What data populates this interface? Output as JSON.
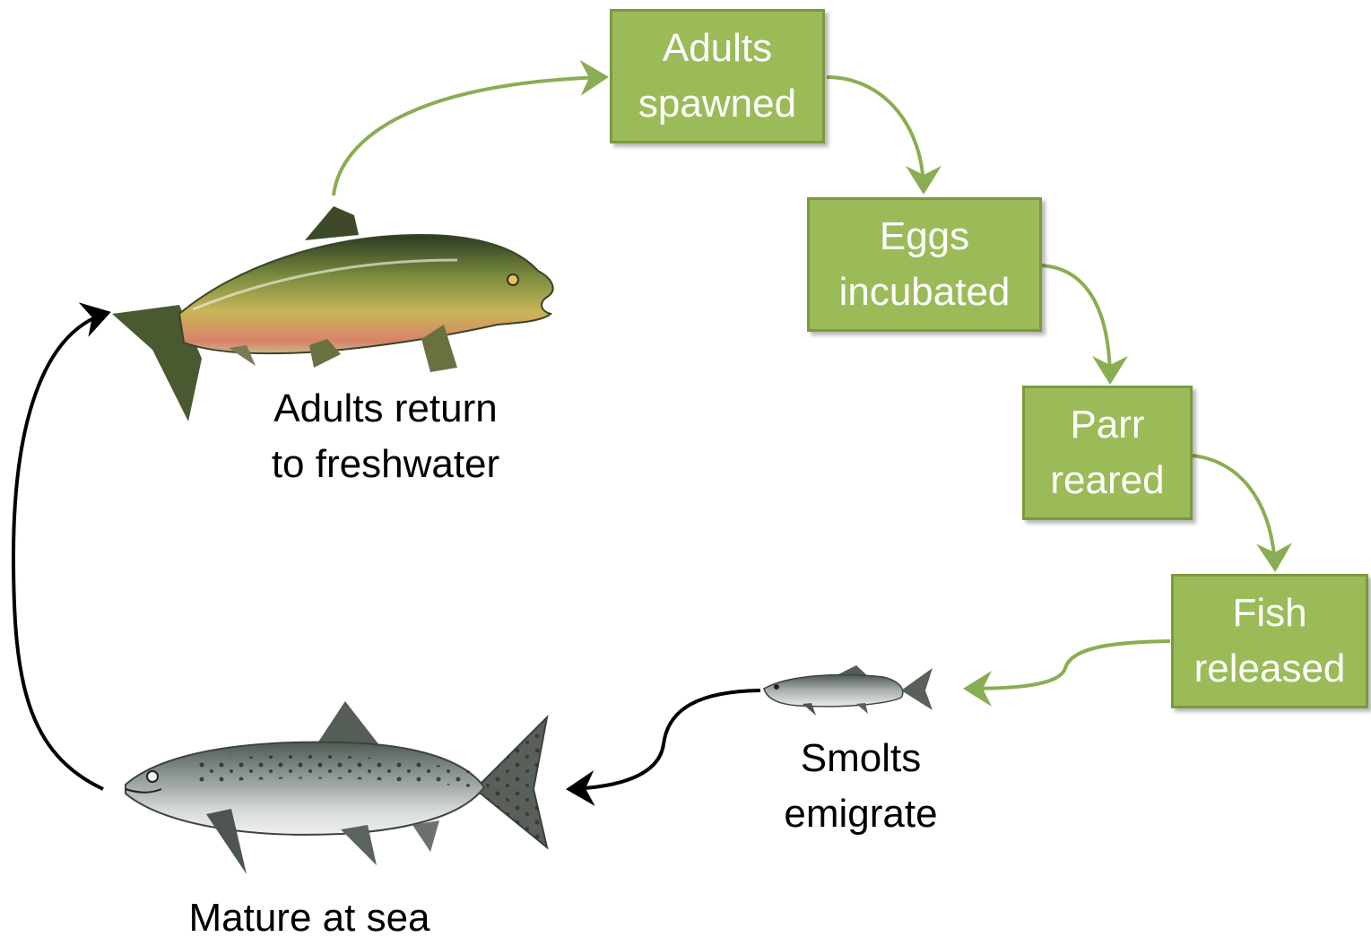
{
  "colors": {
    "box_fill": "#9bbb59",
    "box_border": "#7a9a3d",
    "green_arrow": "#8aad52",
    "black_arrow": "#000000"
  },
  "hatchery_steps": [
    {
      "line1": "Adults",
      "line2": "spawned"
    },
    {
      "line1": "Eggs",
      "line2": "incubated"
    },
    {
      "line1": "Parr",
      "line2": "reared"
    },
    {
      "line1": "Fish",
      "line2": "released"
    }
  ],
  "life_stages": {
    "adults_return": {
      "line1": "Adults return",
      "line2": "to freshwater",
      "icon": "spawning-salmon-icon"
    },
    "smolts": {
      "line1": "Smolts",
      "line2": "emigrate",
      "icon": "smolt-fish-icon"
    },
    "mature": {
      "line1": "Mature at sea",
      "icon": "ocean-salmon-icon"
    }
  }
}
